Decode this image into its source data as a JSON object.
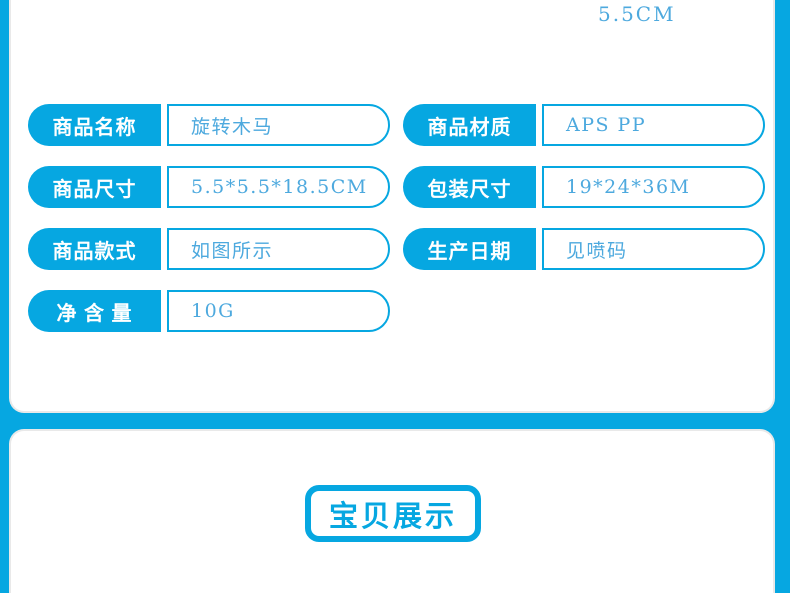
{
  "theme": {
    "accent_blue": "#06a7e1",
    "value_text_blue": "#4da9de",
    "card_border_gray": "#e9e9e9",
    "card_background": "#ffffff"
  },
  "top_annotation": {
    "dimension_text": "5.5CM"
  },
  "specs": {
    "left": [
      {
        "label": "商品名称",
        "value": "旋转木马"
      },
      {
        "label": "商品尺寸",
        "value": "5.5*5.5*18.5CM"
      },
      {
        "label": "商品款式",
        "value": "如图所示"
      },
      {
        "label": "净 含 量",
        "value": "10G"
      }
    ],
    "right": [
      {
        "label": "商品材质",
        "value": "APS PP"
      },
      {
        "label": "包装尺寸",
        "value": "19*24*36M"
      },
      {
        "label": "生产日期",
        "value": "见喷码"
      }
    ]
  },
  "display_section": {
    "title": "宝贝展示"
  }
}
